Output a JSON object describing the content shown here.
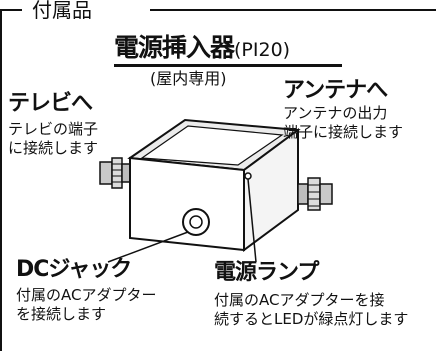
{
  "section": {
    "title": "付属品"
  },
  "product": {
    "name": "電源挿入器",
    "model": "(PI20)",
    "subtitle": "(屋内専用)"
  },
  "labels": {
    "tv": {
      "title": "テレビへ",
      "line1": "テレビの端子",
      "line2": "に接続します"
    },
    "antenna": {
      "title": "アンテナへ",
      "line1": "アンテナの出力",
      "line2": "端子に接続します"
    },
    "dc": {
      "title": "DCジャック",
      "line1": "付属のACアダプター",
      "line2": "を接続します"
    },
    "lamp": {
      "title": "電源ランプ",
      "line1": "付属のACアダプターを接",
      "line2": "続するとLEDが緑点灯します"
    }
  }
}
